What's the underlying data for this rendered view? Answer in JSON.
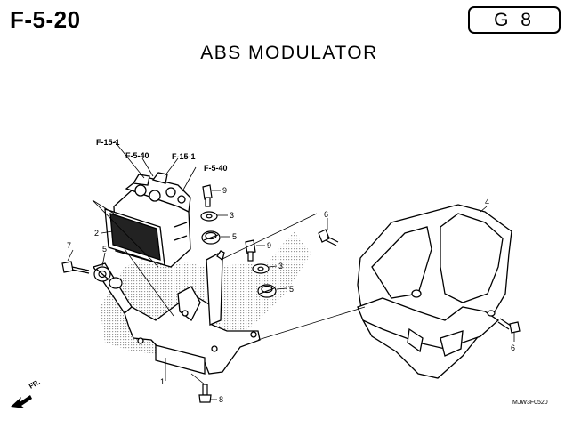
{
  "header": {
    "page_code": "F-5-20",
    "group_code": "G 8",
    "title": "ABS MODULATOR"
  },
  "direction_marker": {
    "label": "FR.",
    "icon": "front-arrow-icon"
  },
  "figure_code": "MJW3F0520",
  "part_callouts": [
    {
      "key": "c1",
      "number": "1"
    },
    {
      "key": "c2",
      "number": "2"
    },
    {
      "key": "c3a",
      "number": "3"
    },
    {
      "key": "c3b",
      "number": "3"
    },
    {
      "key": "c4",
      "number": "4"
    },
    {
      "key": "c5a",
      "number": "5"
    },
    {
      "key": "c5b",
      "number": "5"
    },
    {
      "key": "c5c",
      "number": "5"
    },
    {
      "key": "c6a",
      "number": "6"
    },
    {
      "key": "c6b",
      "number": "6"
    },
    {
      "key": "c7",
      "number": "7"
    },
    {
      "key": "c8",
      "number": "8"
    },
    {
      "key": "c9a",
      "number": "9"
    },
    {
      "key": "c9b",
      "number": "9"
    }
  ],
  "cross_references": [
    {
      "key": "r1",
      "label": "F-15-1"
    },
    {
      "key": "r2",
      "label": "F-5-40"
    },
    {
      "key": "r3",
      "label": "F-15-1"
    },
    {
      "key": "r4",
      "label": "F-5-40"
    }
  ],
  "colors": {
    "line": "#000000",
    "shading": "#888888",
    "background": "#ffffff"
  }
}
